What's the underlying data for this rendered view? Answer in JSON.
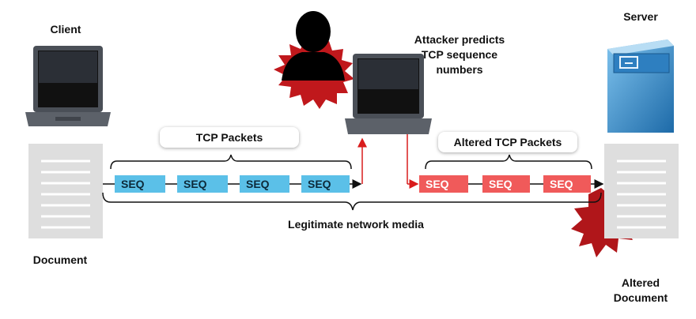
{
  "labels": {
    "client": "Client",
    "server": "Server",
    "attacker": "Attacker predicts\nTCP sequence\nnumbers",
    "document": "Document",
    "altered_document": "Altered\nDocument",
    "tcp_packets": "TCP Packets",
    "altered_tcp_packets": "Altered TCP Packets",
    "media": "Legitimate network media"
  },
  "packets": {
    "original": [
      "SEQ",
      "SEQ",
      "SEQ",
      "SEQ"
    ],
    "altered": [
      "SEQ",
      "SEQ",
      "SEQ"
    ]
  },
  "colors": {
    "original_packet": "#5bc0e8",
    "altered_packet": "#f05a5a",
    "attack_arrow": "#d91c1c",
    "burst": "#c0181c",
    "server_blue": "#2f86c8"
  }
}
